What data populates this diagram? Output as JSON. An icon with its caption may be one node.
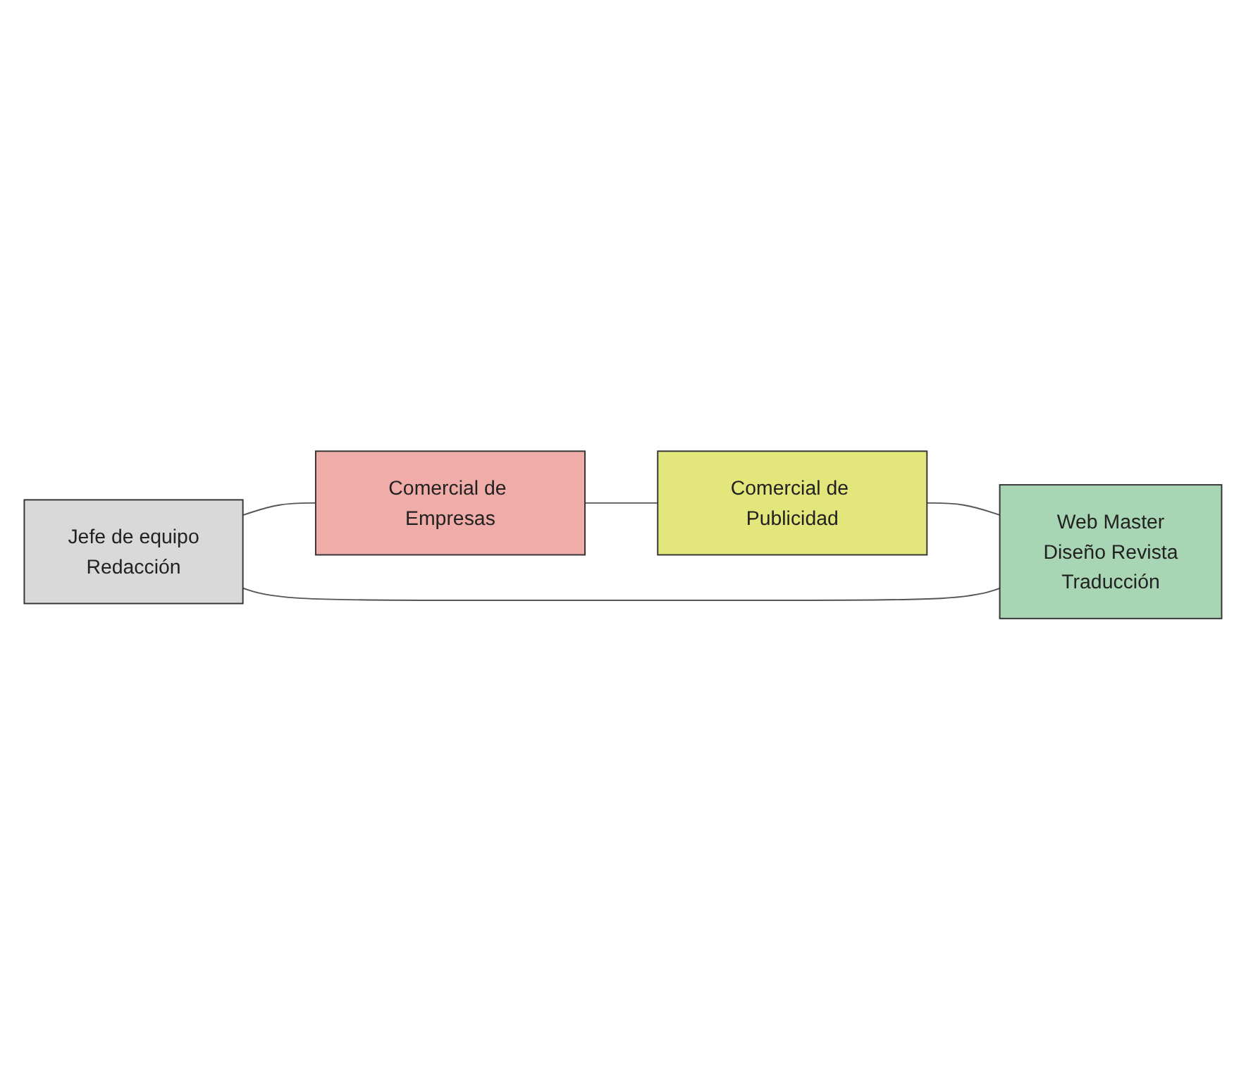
{
  "diagram": {
    "nodes": [
      {
        "text": [
          "Jefe de equipo",
          "Redacción"
        ]
      },
      {
        "text": [
          "Comercial de Empresas"
        ]
      },
      {
        "text": [
          "Comercial de Publicidad"
        ]
      },
      {
        "text": [
          "Web Master",
          "Diseño Revista",
          "Traducción"
        ]
      }
    ],
    "edges": [
      {
        "from": 0,
        "to": 1,
        "arrow": "none"
      },
      {
        "from": 1,
        "to": 2,
        "arrow": "none"
      },
      {
        "from": 2,
        "to": 3,
        "arrow": "none"
      },
      {
        "from": 3,
        "to": 0,
        "arrow": "none"
      }
    ]
  }
}
